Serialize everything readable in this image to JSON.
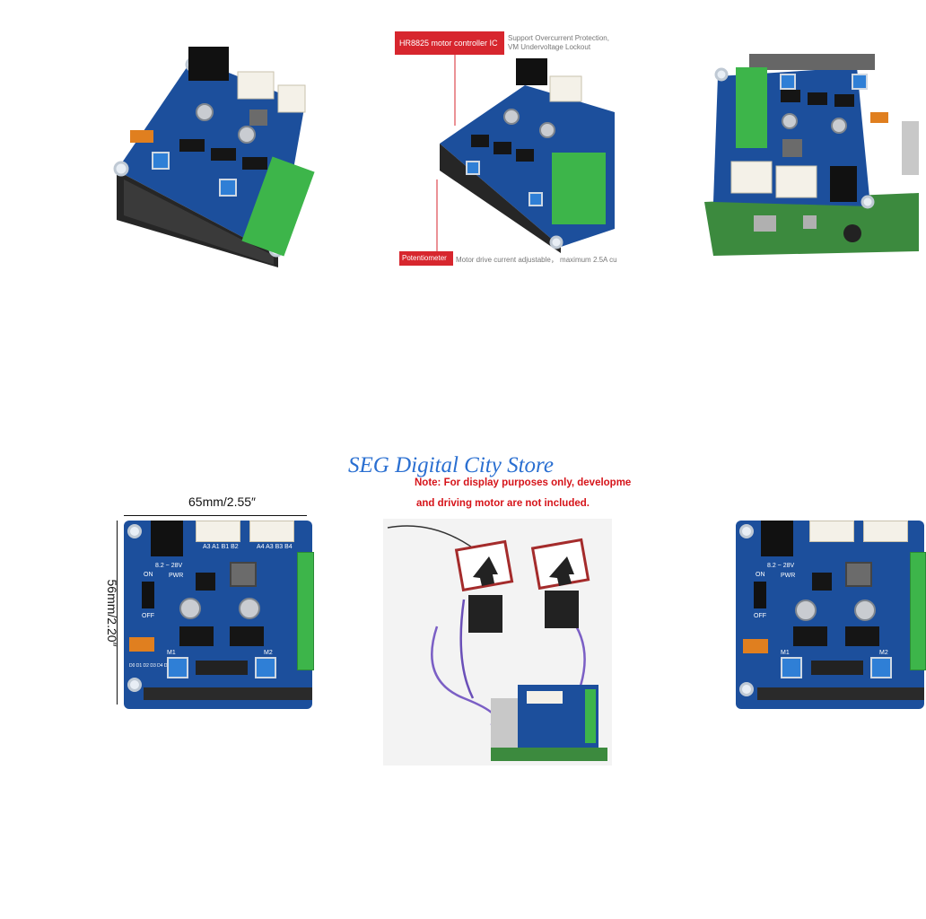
{
  "tiles": {
    "top_center": {
      "callout_title": "HR8825 motor controller IC",
      "callout_desc_line1": "Support Overcurrent Protection,",
      "callout_desc_line2": "VM Undervoltage Lockout",
      "pot_title": "Potentiometer",
      "pot_desc": "Motor drive current adjustable，  maximum 2.5A cu"
    },
    "bottom_left": {
      "width_label": "65mm/2.55″",
      "height_label": "56mm/2.20″",
      "board_text": {
        "voltage": "8.2 ~ 28V",
        "pwr": "PWR",
        "on": "ON",
        "off": "OFF",
        "m1": "M1",
        "m2": "M2",
        "pins_top_a": "A3 A1 B1 B2",
        "pins_top_b": "A4 A3 B3 B4",
        "dip": "D0 D1 D2 D3 D4 D5"
      }
    },
    "bottom_center": {
      "store_name": "SEG Digital City Store",
      "note_line1": "Note: For display purposes only, developme",
      "note_line2": "and driving motor are not included."
    },
    "bottom_right": {
      "board_text": {
        "voltage": "8.2 ~ 28V",
        "pwr": "PWR",
        "on": "ON",
        "off": "OFF",
        "m1": "M1",
        "m2": "M2"
      }
    }
  },
  "colors": {
    "pcb_blue": "#1c4f9c",
    "terminal_green": "#3db54a",
    "callout_red": "#d7262e",
    "store_blue": "#2a6fd1",
    "note_red": "#d6141a"
  }
}
